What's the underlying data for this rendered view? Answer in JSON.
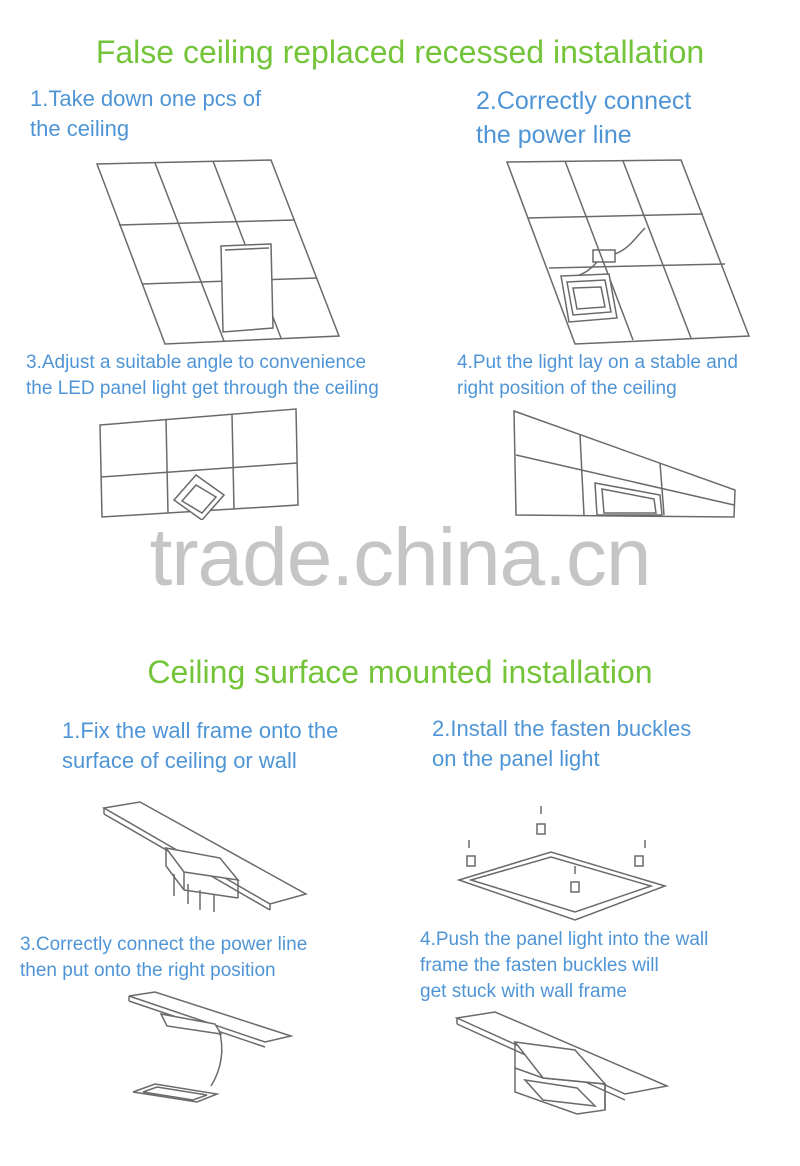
{
  "colors": {
    "heading": "#74c43a",
    "step_text": "#4f95d6",
    "line_art": "#6a6a6a"
  },
  "section1": {
    "title": "False ceiling replaced recessed installation",
    "steps": [
      {
        "text": "1.Take down one pcs of\nthe ceiling"
      },
      {
        "text": "2.Correctly connect\nthe power line"
      },
      {
        "text": "3.Adjust a suitable angle to convenience\n the LED panel light get through the ceiling"
      },
      {
        "text": "4.Put the light lay on a stable and\n right position of the ceiling"
      }
    ]
  },
  "watermark": "trade.china.cn",
  "section2": {
    "title": "Ceiling surface mounted installation",
    "steps": [
      {
        "text": "1.Fix the wall frame onto the\nsurface of ceiling or wall"
      },
      {
        "text": "2.Install the fasten buckles\n on the panel light"
      },
      {
        "text": "3.Correctly connect the power line\n then put onto the right position"
      },
      {
        "text": "4.Push the panel light into the wall\n frame the fasten buckles will\nget stuck with wall frame"
      }
    ]
  }
}
